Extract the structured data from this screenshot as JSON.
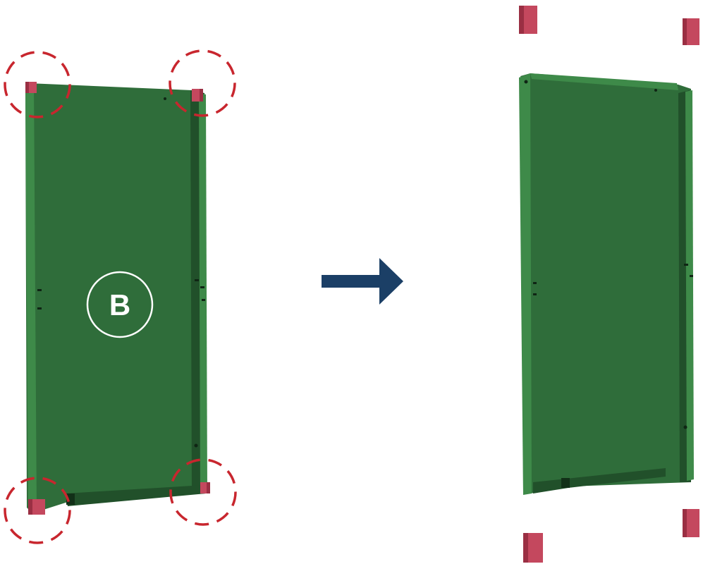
{
  "diagram": {
    "panel_label": "B",
    "steps": [
      {
        "id": "before",
        "state": "caps-attached"
      },
      {
        "id": "after",
        "state": "caps-removed"
      }
    ],
    "arrow": {
      "direction": "right"
    },
    "highlight_count": 4
  },
  "colors": {
    "panel": "#2f6d3a",
    "panel_light": "#3e8a49",
    "panel_dark": "#21502a",
    "cap": "#c4485e",
    "cap_dark": "#9a2f43",
    "highlight": "#c8262e",
    "arrow": "#1b3f66",
    "label": "#ffffff"
  },
  "icons": {
    "cap": "corner-cap-icon",
    "arrow": "arrow-right-icon",
    "highlight": "dashed-circle-icon"
  }
}
